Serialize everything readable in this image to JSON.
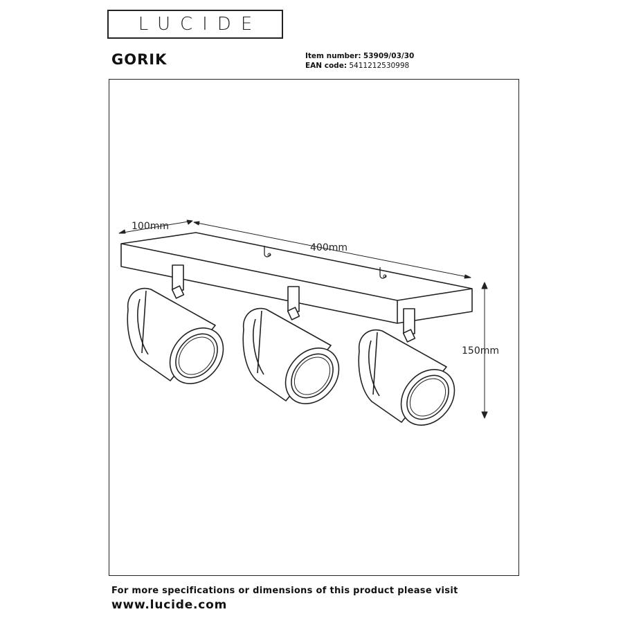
{
  "brand": {
    "logo_text": "LUCIDE"
  },
  "product": {
    "name": "GORIK",
    "item_number_label": "Item number:",
    "item_number": "53909/03/30",
    "ean_label": "EAN code:",
    "ean": "5411212530998"
  },
  "dimensions": {
    "depth": "100mm",
    "length": "400mm",
    "height": "150mm"
  },
  "footer": {
    "line": "For more specifications or dimensions of this product please visit",
    "url": "www.lucide.com"
  }
}
